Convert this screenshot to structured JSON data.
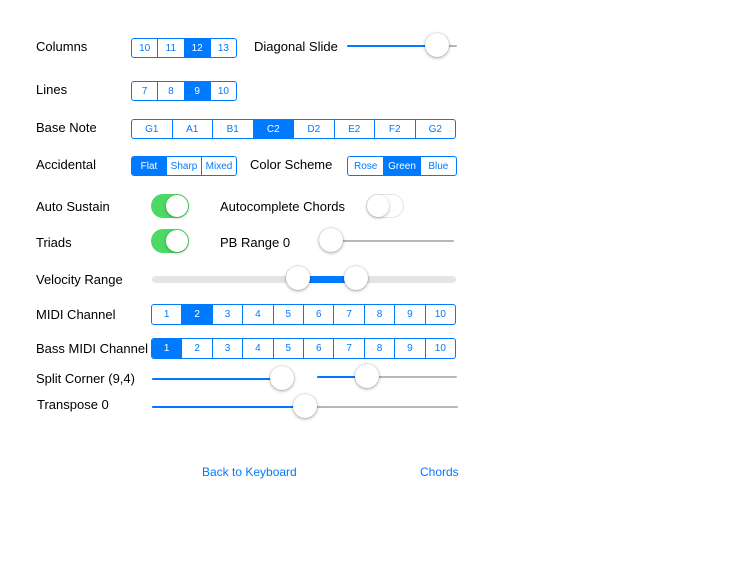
{
  "columns": {
    "label": "Columns",
    "options": [
      "10",
      "11",
      "12",
      "13"
    ],
    "selected": 2
  },
  "diagonal_slide": {
    "label": "Diagonal Slide",
    "value": 0.82
  },
  "lines": {
    "label": "Lines",
    "options": [
      "7",
      "8",
      "9",
      "10"
    ],
    "selected": 2
  },
  "base_note": {
    "label": "Base Note",
    "options": [
      "G1",
      "A1",
      "B1",
      "C2",
      "D2",
      "E2",
      "F2",
      "G2"
    ],
    "selected": 3
  },
  "accidental": {
    "label": "Accidental",
    "options": [
      "Flat",
      "Sharp",
      "Mixed"
    ],
    "selected": 0
  },
  "color_scheme": {
    "label": "Color Scheme",
    "options": [
      "Rose",
      "Green",
      "Blue"
    ],
    "selected": 1
  },
  "auto_sustain": {
    "label": "Auto Sustain",
    "on": true
  },
  "autocomplete_chords": {
    "label": "Autocomplete Chords",
    "on": false
  },
  "triads": {
    "label": "Triads",
    "on": true
  },
  "pb_range": {
    "label": "PB Range 0",
    "value": 0.0
  },
  "velocity_range": {
    "label": "Velocity Range",
    "low": 0.48,
    "high": 0.67
  },
  "midi_channel": {
    "label": "MIDI Channel",
    "options": [
      "1",
      "2",
      "3",
      "4",
      "5",
      "6",
      "7",
      "8",
      "9",
      "10"
    ],
    "selected": 1
  },
  "bass_midi_channel": {
    "label": "Bass MIDI Channel",
    "options": [
      "1",
      "2",
      "3",
      "4",
      "5",
      "6",
      "7",
      "8",
      "9",
      "10"
    ],
    "selected": 0
  },
  "split_corner": {
    "label": "Split Corner (9,4)",
    "value_a": 1.0,
    "value_b": 0.36
  },
  "transpose": {
    "label": "Transpose 0",
    "value": 0.5
  },
  "footer": {
    "back_label": "Back to Keyboard",
    "chords_label": "Chords"
  },
  "colors": {
    "accent": "#007aff",
    "switch_on": "#4cd964",
    "track": "#b7b7b7"
  }
}
